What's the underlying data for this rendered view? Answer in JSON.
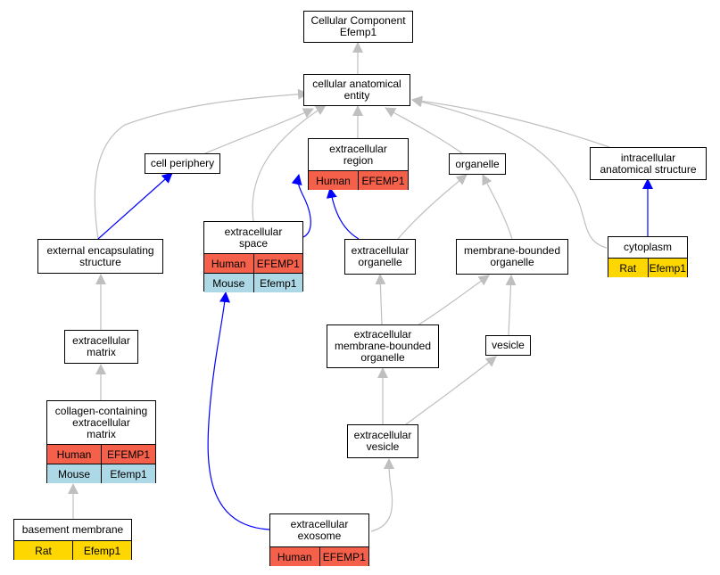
{
  "colors": {
    "gray_edge": "#bfbfbf",
    "blue_edge": "#0000ff",
    "human": "#f4604a",
    "mouse": "#add8e6",
    "rat": "#ffd700"
  },
  "nodes": {
    "root": {
      "line1": "Cellular Component",
      "line2": "Efemp1"
    },
    "cellular_anatomical_entity": {
      "line1": "cellular anatomical",
      "line2": "entity"
    },
    "cell_periphery": {
      "line1": "cell periphery"
    },
    "extracellular_region": {
      "line1": "extracellular",
      "line2": "region",
      "rows": [
        {
          "species": "Human",
          "gene": "EFEMP1"
        }
      ]
    },
    "organelle": {
      "line1": "organelle"
    },
    "intracellular_anatomical_structure": {
      "line1": "intracellular",
      "line2": "anatomical structure"
    },
    "external_encapsulating_structure": {
      "line1": "external encapsulating",
      "line2": "structure"
    },
    "extracellular_space": {
      "line1": "extracellular",
      "line2": "space",
      "rows": [
        {
          "species": "Human",
          "gene": "EFEMP1"
        },
        {
          "species": "Mouse",
          "gene": "Efemp1"
        }
      ]
    },
    "extracellular_organelle": {
      "line1": "extracellular",
      "line2": "organelle"
    },
    "membrane_bounded_organelle": {
      "line1": "membrane-bounded",
      "line2": "organelle"
    },
    "cytoplasm": {
      "line1": "cytoplasm",
      "rows": [
        {
          "species": "Rat",
          "gene": "Efemp1"
        }
      ]
    },
    "extracellular_matrix": {
      "line1": "extracellular",
      "line2": "matrix"
    },
    "extracellular_membrane_bounded_organelle": {
      "line1": "extracellular",
      "line2": "membrane-bounded",
      "line3": "organelle"
    },
    "vesicle": {
      "line1": "vesicle"
    },
    "collagen_containing_extracellular_matrix": {
      "line1": "collagen-containing",
      "line2": "extracellular",
      "line3": "matrix",
      "rows": [
        {
          "species": "Human",
          "gene": "EFEMP1"
        },
        {
          "species": "Mouse",
          "gene": "Efemp1"
        }
      ]
    },
    "extracellular_vesicle": {
      "line1": "extracellular",
      "line2": "vesicle"
    },
    "basement_membrane": {
      "line1": "basement membrane",
      "rows": [
        {
          "species": "Rat",
          "gene": "Efemp1"
        }
      ]
    },
    "extracellular_exosome": {
      "line1": "extracellular",
      "line2": "exosome",
      "rows": [
        {
          "species": "Human",
          "gene": "EFEMP1"
        }
      ]
    }
  }
}
